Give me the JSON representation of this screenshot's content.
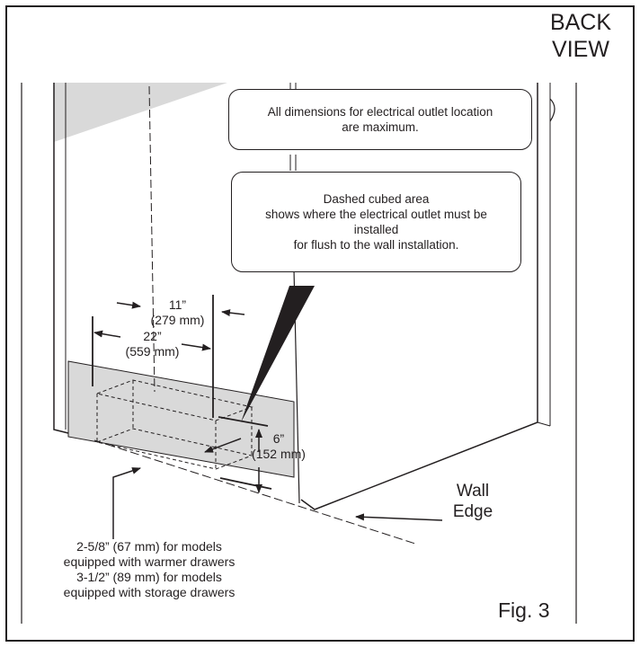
{
  "view_title": [
    "BACK",
    "VIEW"
  ],
  "note_max": [
    "All dimensions for electrical outlet location",
    "are maximum."
  ],
  "note_cubed": [
    "Dashed cubed area",
    "shows where the electrical outlet must be",
    "installed",
    "for flush to the wall installation."
  ],
  "dim_11": {
    "in": "11”",
    "mm": "(279 mm)"
  },
  "dim_22": {
    "in": "22”",
    "mm": "(559 mm)"
  },
  "dim_6": {
    "in": "6”",
    "mm": "(152 mm)"
  },
  "wall_edge": [
    "Wall",
    "Edge"
  ],
  "drawer_note": [
    "2-5/8” (67 mm) for models",
    "equipped with warmer drawers",
    "3-1/2” (89 mm) for models",
    "equipped with storage drawers"
  ],
  "figure_label": "Fig. 3",
  "colors": {
    "ink": "#231f20",
    "panel_shade": "#d9d9d9",
    "background": "#ffffff"
  }
}
